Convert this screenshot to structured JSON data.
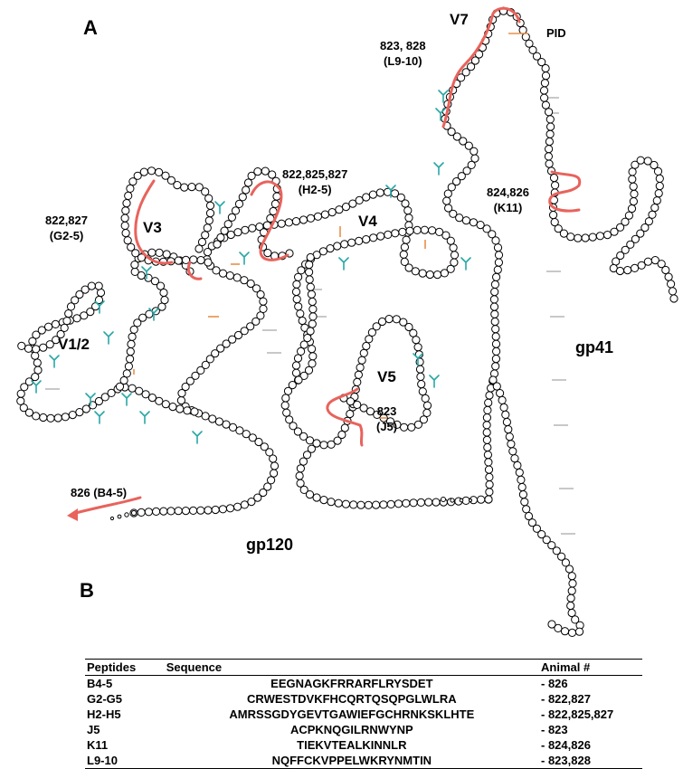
{
  "panels": {
    "a": "A",
    "b": "B"
  },
  "regions": {
    "v7": "V7",
    "pid": "PID",
    "v3": "V3",
    "v4": "V4",
    "v12": "V1/2",
    "v5": "V5",
    "gp41": "gp41",
    "gp120": "gp120"
  },
  "annotations": {
    "l910_animals": "823, 828",
    "l910_tag": "(L9-10)",
    "h25_animals": "822,825,827",
    "h25_tag": "(H2-5)",
    "g25_animals": "822,827",
    "g25_tag": "(G2-5)",
    "k11_animals": "824,826",
    "k11_tag": "(K11)",
    "j5_animals": "823",
    "j5_tag": "(J5)",
    "b45": "826 (B4-5)"
  },
  "table": {
    "headers": [
      "Peptides",
      "Sequence",
      "Animal #"
    ],
    "rows": [
      [
        "B4-5",
        "EEGNAGKFRRARFLRYSDET",
        "- 826"
      ],
      [
        "G2-G5",
        "CRWESTDVKFHCQRTQSQPGLWLRA",
        "- 822,827"
      ],
      [
        "H2-H5",
        "AMRSSGDYGEVTGAWIEFGCHRNKSKLHTE",
        "- 822,825,827"
      ],
      [
        "J5",
        "ACPKNQGILRNWYNP",
        "- 823"
      ],
      [
        "K11",
        "TIEKVTEALKINNLR",
        "- 824,826"
      ],
      [
        "L9-10",
        "NQFFCKVPPELWKRYNMTIN",
        "- 823,828"
      ]
    ]
  },
  "colors": {
    "epitope": "#e8635c",
    "glycan": "#2aa6a6",
    "disulfide": "#e8904a",
    "residue": "#000000",
    "pair": "#c8c8c8"
  }
}
